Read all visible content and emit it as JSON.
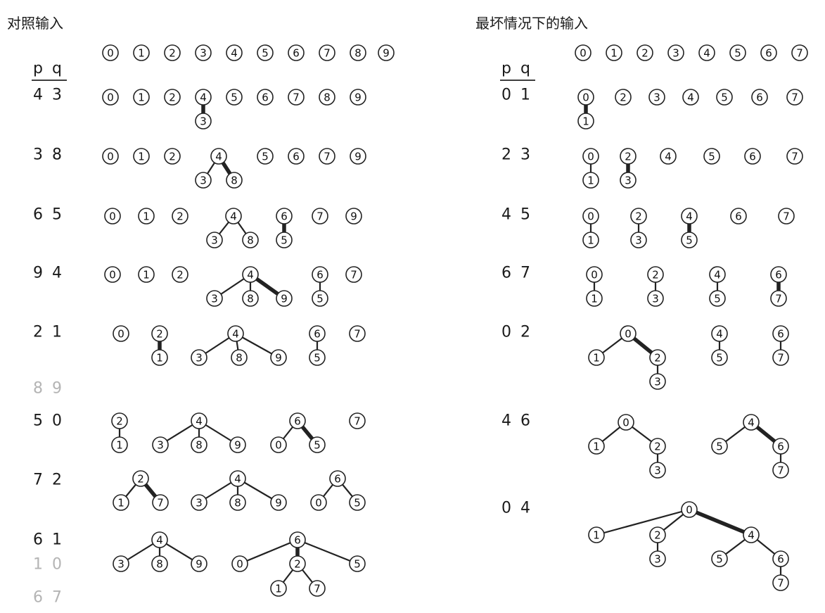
{
  "panels": [
    {
      "title": "对照输入",
      "header": {
        "p": "p",
        "q": "q"
      },
      "initial_nodes": [
        "0",
        "1",
        "2",
        "3",
        "4",
        "5",
        "6",
        "7",
        "8",
        "9"
      ],
      "steps": [
        {
          "p": "4",
          "q": "3",
          "faded": false,
          "nodes": [
            "0",
            "1",
            "2",
            "4",
            "5",
            "6",
            "7",
            "8",
            "9"
          ],
          "edges": [
            [
              "4",
              "3",
              true
            ]
          ]
        },
        {
          "p": "3",
          "q": "8",
          "faded": false,
          "edges": [
            [
              "4",
              "3",
              false
            ],
            [
              "4",
              "8",
              true
            ]
          ]
        },
        {
          "p": "6",
          "q": "5",
          "faded": false,
          "edges": [
            [
              "4",
              "3",
              false
            ],
            [
              "4",
              "8",
              false
            ],
            [
              "6",
              "5",
              true
            ]
          ]
        },
        {
          "p": "9",
          "q": "4",
          "faded": false,
          "edges": [
            [
              "4",
              "3",
              false
            ],
            [
              "4",
              "8",
              false
            ],
            [
              "4",
              "9",
              true
            ],
            [
              "6",
              "5",
              false
            ]
          ]
        },
        {
          "p": "2",
          "q": "1",
          "faded": false,
          "edges": [
            [
              "2",
              "1",
              true
            ],
            [
              "4",
              "3",
              false
            ],
            [
              "4",
              "8",
              false
            ],
            [
              "4",
              "9",
              false
            ],
            [
              "6",
              "5",
              false
            ]
          ]
        },
        {
          "p": "8",
          "q": "9",
          "faded": true
        },
        {
          "p": "5",
          "q": "0",
          "faded": false,
          "edges": [
            [
              "2",
              "1",
              false
            ],
            [
              "4",
              "3",
              false
            ],
            [
              "4",
              "8",
              false
            ],
            [
              "4",
              "9",
              false
            ],
            [
              "6",
              "0",
              false
            ],
            [
              "6",
              "5",
              true
            ]
          ]
        },
        {
          "p": "7",
          "q": "2",
          "faded": false,
          "edges": [
            [
              "2",
              "1",
              false
            ],
            [
              "2",
              "7",
              true
            ],
            [
              "4",
              "3",
              false
            ],
            [
              "4",
              "8",
              false
            ],
            [
              "4",
              "9",
              false
            ],
            [
              "6",
              "0",
              false
            ],
            [
              "6",
              "5",
              false
            ]
          ]
        },
        {
          "p": "6",
          "q": "1",
          "faded": false,
          "edges": [
            [
              "4",
              "3",
              false
            ],
            [
              "4",
              "8",
              false
            ],
            [
              "4",
              "9",
              false
            ],
            [
              "6",
              "0",
              false
            ],
            [
              "6",
              "2",
              true
            ],
            [
              "6",
              "5",
              false
            ],
            [
              "2",
              "1",
              false
            ],
            [
              "2",
              "7",
              false
            ]
          ]
        },
        {
          "p": "1",
          "q": "0",
          "faded": true
        },
        {
          "p": "6",
          "q": "7",
          "faded": true
        }
      ]
    },
    {
      "title": "最坏情况下的输入",
      "header": {
        "p": "p",
        "q": "q"
      },
      "initial_nodes": [
        "0",
        "1",
        "2",
        "3",
        "4",
        "5",
        "6",
        "7"
      ],
      "steps": [
        {
          "p": "0",
          "q": "1",
          "faded": false,
          "edges": [
            [
              "0",
              "1",
              true
            ]
          ]
        },
        {
          "p": "2",
          "q": "3",
          "faded": false,
          "edges": [
            [
              "0",
              "1",
              false
            ],
            [
              "2",
              "3",
              true
            ]
          ]
        },
        {
          "p": "4",
          "q": "5",
          "faded": false,
          "edges": [
            [
              "0",
              "1",
              false
            ],
            [
              "2",
              "3",
              false
            ],
            [
              "4",
              "5",
              true
            ]
          ]
        },
        {
          "p": "6",
          "q": "7",
          "faded": false,
          "edges": [
            [
              "0",
              "1",
              false
            ],
            [
              "2",
              "3",
              false
            ],
            [
              "4",
              "5",
              false
            ],
            [
              "6",
              "7",
              true
            ]
          ]
        },
        {
          "p": "0",
          "q": "2",
          "faded": false,
          "edges": [
            [
              "0",
              "1",
              false
            ],
            [
              "0",
              "2",
              true
            ],
            [
              "2",
              "3",
              false
            ],
            [
              "4",
              "5",
              false
            ],
            [
              "6",
              "7",
              false
            ]
          ]
        },
        {
          "p": "4",
          "q": "6",
          "faded": false,
          "edges": [
            [
              "0",
              "1",
              false
            ],
            [
              "0",
              "2",
              false
            ],
            [
              "2",
              "3",
              false
            ],
            [
              "4",
              "5",
              false
            ],
            [
              "4",
              "6",
              true
            ],
            [
              "6",
              "7",
              false
            ]
          ]
        },
        {
          "p": "0",
          "q": "4",
          "faded": false,
          "edges": [
            [
              "0",
              "1",
              false
            ],
            [
              "0",
              "2",
              false
            ],
            [
              "0",
              "4",
              true
            ],
            [
              "2",
              "3",
              false
            ],
            [
              "4",
              "5",
              false
            ],
            [
              "4",
              "6",
              false
            ],
            [
              "6",
              "7",
              false
            ]
          ]
        }
      ]
    }
  ]
}
